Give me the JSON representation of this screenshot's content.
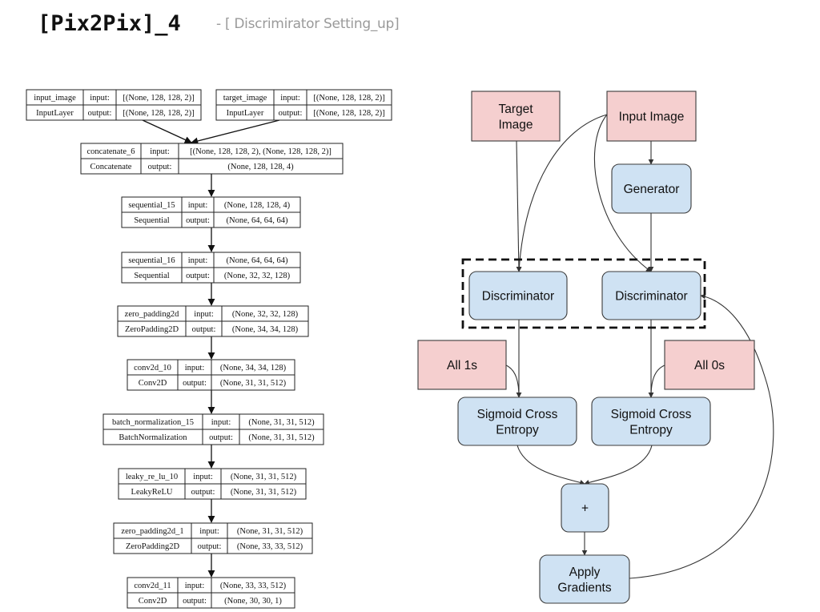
{
  "header": {
    "title": "[Pix2Pix]_4",
    "subtitle": "- [ Discrimirator Setting_up]"
  },
  "model_graph": {
    "layers": [
      {
        "id": "input_image",
        "name": "input_image",
        "type": "InputLayer",
        "input_label": "input:",
        "output_label": "output:",
        "input": "[(None, 128, 128, 2)]",
        "output": "[(None, 128, 128, 2)]"
      },
      {
        "id": "target_image",
        "name": "target_image",
        "type": "InputLayer",
        "input_label": "input:",
        "output_label": "output:",
        "input": "[(None, 128, 128, 2)]",
        "output": "[(None, 128, 128, 2)]"
      },
      {
        "id": "concatenate_6",
        "name": "concatenate_6",
        "type": "Concatenate",
        "input_label": "input:",
        "output_label": "output:",
        "input": "[(None, 128, 128, 2), (None, 128, 128, 2)]",
        "output": "(None, 128, 128, 4)"
      },
      {
        "id": "sequential_15",
        "name": "sequential_15",
        "type": "Sequential",
        "input_label": "input:",
        "output_label": "output:",
        "input": "(None, 128, 128, 4)",
        "output": "(None, 64, 64, 64)"
      },
      {
        "id": "sequential_16",
        "name": "sequential_16",
        "type": "Sequential",
        "input_label": "input:",
        "output_label": "output:",
        "input": "(None, 64, 64, 64)",
        "output": "(None, 32, 32, 128)"
      },
      {
        "id": "zero_padding2d",
        "name": "zero_padding2d",
        "type": "ZeroPadding2D",
        "input_label": "input:",
        "output_label": "output:",
        "input": "(None, 32, 32, 128)",
        "output": "(None, 34, 34, 128)"
      },
      {
        "id": "conv2d_10",
        "name": "conv2d_10",
        "type": "Conv2D",
        "input_label": "input:",
        "output_label": "output:",
        "input": "(None, 34, 34, 128)",
        "output": "(None, 31, 31, 512)"
      },
      {
        "id": "batch_normalization_15",
        "name": "batch_normalization_15",
        "type": "BatchNormalization",
        "input_label": "input:",
        "output_label": "output:",
        "input": "(None, 31, 31, 512)",
        "output": "(None, 31, 31, 512)"
      },
      {
        "id": "leaky_re_lu_10",
        "name": "leaky_re_lu_10",
        "type": "LeakyReLU",
        "input_label": "input:",
        "output_label": "output:",
        "input": "(None, 31, 31, 512)",
        "output": "(None, 31, 31, 512)"
      },
      {
        "id": "zero_padding2d_1",
        "name": "zero_padding2d_1",
        "type": "ZeroPadding2D",
        "input_label": "input:",
        "output_label": "output:",
        "input": "(None, 31, 31, 512)",
        "output": "(None, 33, 33, 512)"
      },
      {
        "id": "conv2d_11",
        "name": "conv2d_11",
        "type": "Conv2D",
        "input_label": "input:",
        "output_label": "output:",
        "input": "(None, 33, 33, 512)",
        "output": "(None, 30, 30, 1)"
      }
    ],
    "edges": [
      [
        "input_image",
        "concatenate_6"
      ],
      [
        "target_image",
        "concatenate_6"
      ],
      [
        "concatenate_6",
        "sequential_15"
      ],
      [
        "sequential_15",
        "sequential_16"
      ],
      [
        "sequential_16",
        "zero_padding2d"
      ],
      [
        "zero_padding2d",
        "conv2d_10"
      ],
      [
        "conv2d_10",
        "batch_normalization_15"
      ],
      [
        "batch_normalization_15",
        "leaky_re_lu_10"
      ],
      [
        "leaky_re_lu_10",
        "zero_padding2d_1"
      ],
      [
        "zero_padding2d_1",
        "conv2d_11"
      ]
    ]
  },
  "flow": {
    "colors": {
      "pink": "#f5cfcf",
      "blue": "#cfe2f3",
      "border": "#3b3b3b"
    },
    "nodes": [
      {
        "id": "target",
        "label_lines": [
          "Target",
          "Image"
        ],
        "kind": "pink"
      },
      {
        "id": "input",
        "label_lines": [
          "Input Image"
        ],
        "kind": "pink"
      },
      {
        "id": "generator",
        "label_lines": [
          "Generator"
        ],
        "kind": "blue"
      },
      {
        "id": "disc_real",
        "label_lines": [
          "Discriminator"
        ],
        "kind": "blue"
      },
      {
        "id": "disc_fake",
        "label_lines": [
          "Discriminator"
        ],
        "kind": "blue"
      },
      {
        "id": "ones",
        "label_lines": [
          "All 1s"
        ],
        "kind": "pink"
      },
      {
        "id": "zeros",
        "label_lines": [
          "All 0s"
        ],
        "kind": "pink"
      },
      {
        "id": "sce_real",
        "label_lines": [
          "Sigmoid Cross",
          "Entropy"
        ],
        "kind": "blue"
      },
      {
        "id": "sce_fake",
        "label_lines": [
          "Sigmoid Cross",
          "Entropy"
        ],
        "kind": "blue"
      },
      {
        "id": "plus",
        "label_lines": [
          "+"
        ],
        "kind": "blue"
      },
      {
        "id": "apply",
        "label_lines": [
          "Apply",
          "Gradients"
        ],
        "kind": "blue"
      }
    ],
    "edges": [
      [
        "target",
        "disc_real"
      ],
      [
        "input",
        "disc_real"
      ],
      [
        "input",
        "disc_fake"
      ],
      [
        "input",
        "generator"
      ],
      [
        "generator",
        "disc_fake"
      ],
      [
        "disc_real",
        "sce_real"
      ],
      [
        "ones",
        "sce_real"
      ],
      [
        "disc_fake",
        "sce_fake"
      ],
      [
        "zeros",
        "sce_fake"
      ],
      [
        "sce_real",
        "plus"
      ],
      [
        "sce_fake",
        "plus"
      ],
      [
        "plus",
        "apply"
      ],
      [
        "apply",
        "disc_fake"
      ]
    ]
  }
}
